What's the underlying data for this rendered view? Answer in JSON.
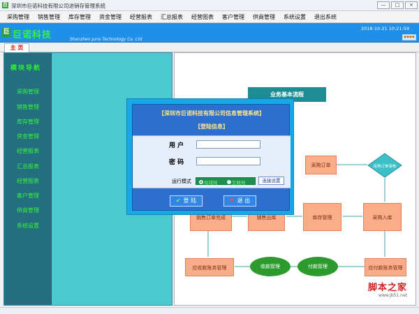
{
  "window": {
    "title": "深圳市巨诺科技有限公司进销存管理系统",
    "minimize": "—",
    "maximize": "□",
    "close": "×"
  },
  "menu": [
    "采购管理",
    "销售管理",
    "库存管理",
    "资金管理",
    "经营报表",
    "汇总报表",
    "经营图表",
    "客户管理",
    "供商管理",
    "系统设置",
    "退出系统"
  ],
  "banner": {
    "logo_mark": "巨",
    "company_name": "巨诺科技",
    "company_en": "Shenzhen Juno Technology Co. Ltd",
    "datetime": "2018-10-21  10:21:59",
    "toggle": "◆◆◆◆"
  },
  "tabs": {
    "home": "主 页"
  },
  "nav": {
    "title": "模块导航",
    "items": [
      "采购管理",
      "销售管理",
      "库存管理",
      "资金管理",
      "经营报表",
      "汇总报表",
      "经营图表",
      "客户管理",
      "供商管理",
      "系统设置"
    ]
  },
  "flow": {
    "title": "业务基本流程",
    "purchase_order": "采购订单",
    "purchase_review": "采购订单审核",
    "purchase_in": "采购入库",
    "stock": "库存管理",
    "sales_out": "销售出库",
    "sales_done": "销售订单完成",
    "receivable": "应收款账务管理",
    "collect": "收款管理",
    "pay": "付款管理",
    "payable": "应付款账务管理"
  },
  "login": {
    "title": "【深圳市巨诺科技有限公司信息管理系统】",
    "subtitle": "【登陆信息】",
    "user_label": "用  户",
    "password_label": "密  码",
    "run_mode_label": "运行模式",
    "mode_local": "局域网",
    "mode_internet": "互联网",
    "connect_button": "连接设置",
    "login_button": "登 陆",
    "exit_button": "退 出"
  },
  "watermark": {
    "main": "脚本之家",
    "sub": "www.jb51.net"
  },
  "colors": {
    "banner": "#1e90ea",
    "nav": "#236f80",
    "flow_box": "#fbac89",
    "flow_oval": "#2d9a2d"
  }
}
